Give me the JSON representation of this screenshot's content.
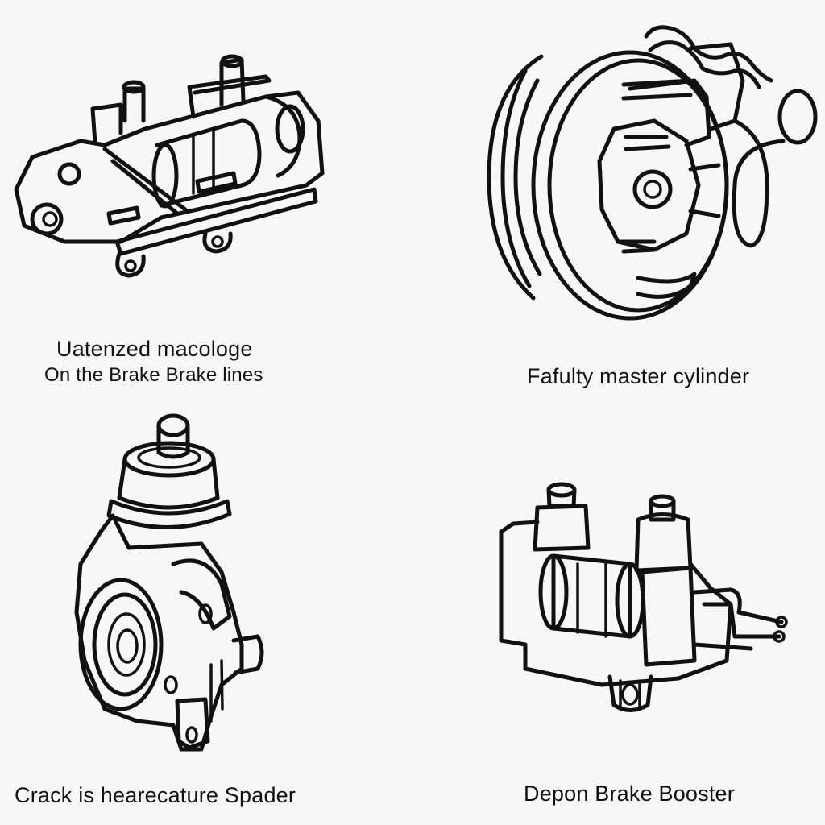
{
  "panels": [
    {
      "id": "top-left",
      "caption_lines": [
        "Uatenzed macologe",
        "On the Brake Brake lines"
      ]
    },
    {
      "id": "top-right",
      "caption_lines": [
        "Fafulty master cylinder"
      ]
    },
    {
      "id": "bottom-left",
      "caption_lines": [
        "Crack is hearecature Spader"
      ]
    },
    {
      "id": "bottom-right",
      "caption_lines": [
        "Depon Brake Booster"
      ]
    }
  ],
  "colors": {
    "ink": "#111111",
    "paper": "#f7f7f7"
  }
}
